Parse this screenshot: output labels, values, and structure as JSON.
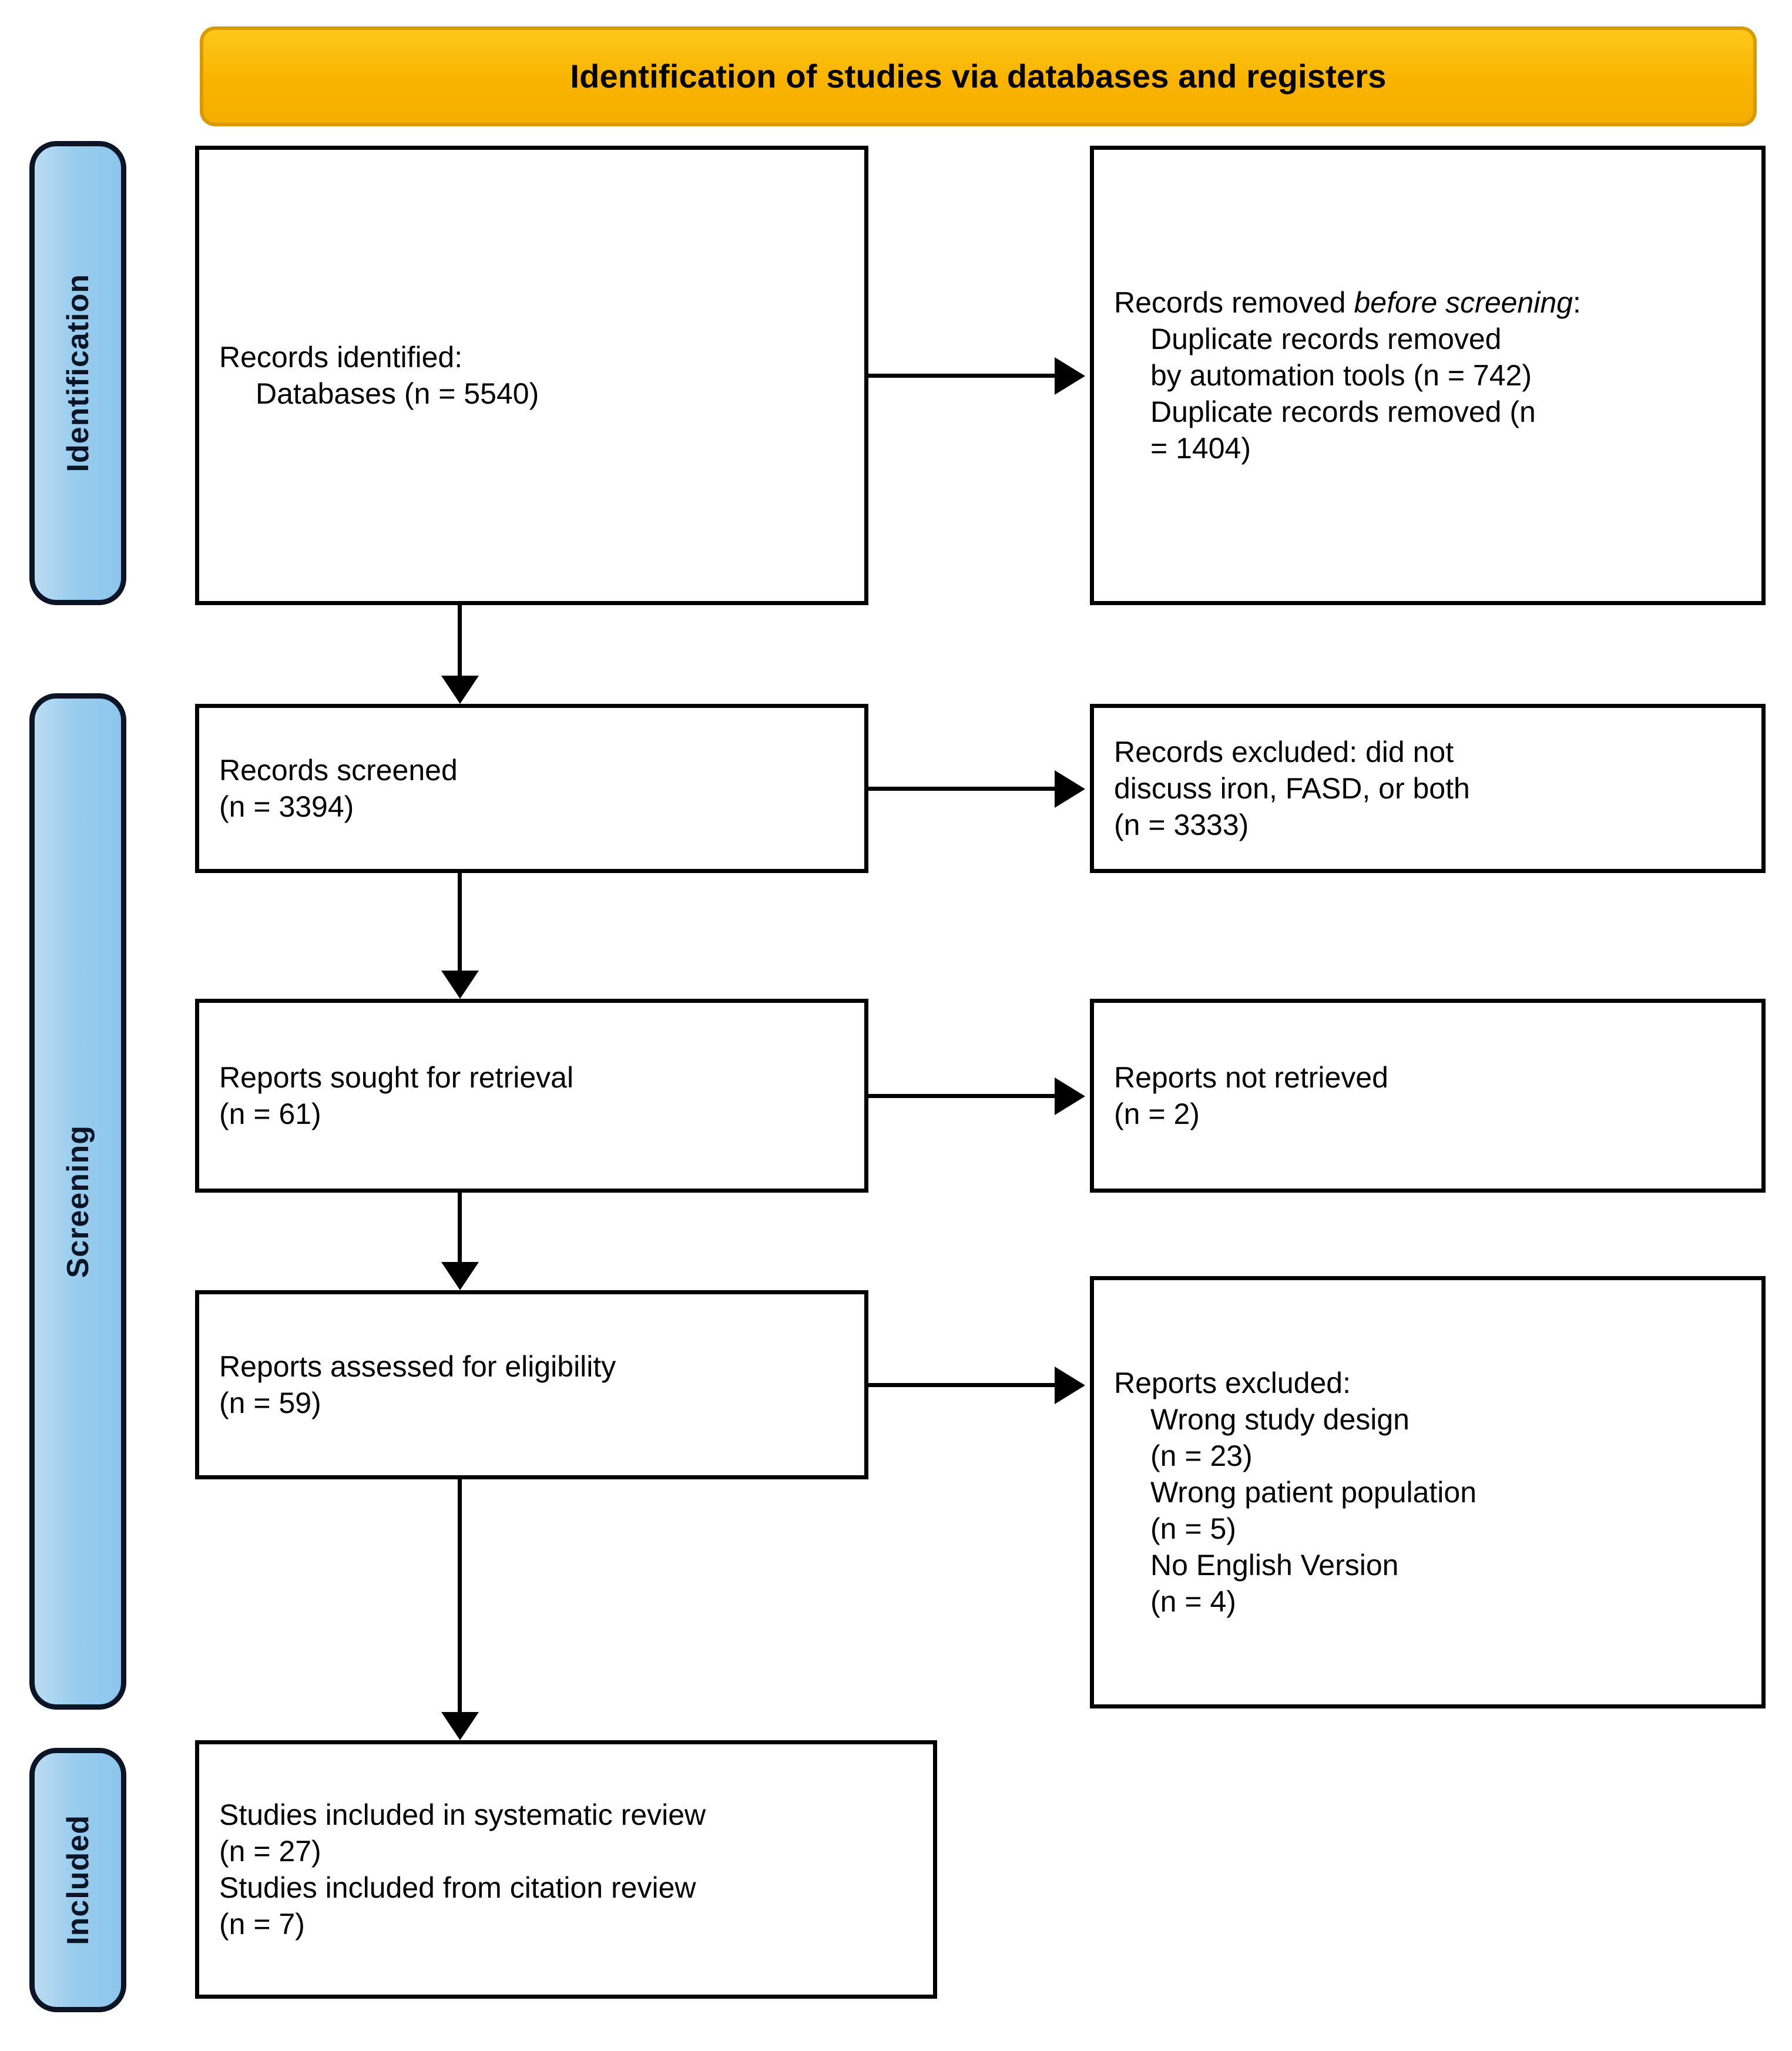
{
  "banner": {
    "title": "Identification of studies via databases and registers"
  },
  "stages": [
    {
      "id": "identification",
      "label": "Identification"
    },
    {
      "id": "screening",
      "label": "Screening"
    },
    {
      "id": "included",
      "label": "Included"
    }
  ],
  "boxes": {
    "identified": {
      "line1": "Records identified:",
      "line2": "Databases (n = 5540)"
    },
    "removed": {
      "line1_pre": "Records removed ",
      "line1_italic": "before screening",
      "line1_post": ":",
      "line2": "Duplicate records removed",
      "line3": "by automation tools (n = 742)",
      "line4": "Duplicate records removed (n",
      "line5": "= 1404)"
    },
    "screened": {
      "line1": "Records screened",
      "line2": "(n = 3394)"
    },
    "excluded_screening": {
      "line1": "Records excluded: did not",
      "line2": "discuss iron, FASD, or both",
      "line3": "(n = 3333)"
    },
    "sought": {
      "line1": "Reports sought for retrieval",
      "line2": "(n = 61)"
    },
    "not_retrieved": {
      "line1": "Reports not retrieved",
      "line2": "(n = 2)"
    },
    "assessed": {
      "line1": "Reports assessed for eligibility",
      "line2": "(n = 59)"
    },
    "reports_excluded": {
      "line1": "Reports excluded:",
      "line2": "Wrong study design",
      "line3": "(n = 23)",
      "line4": "Wrong patient population",
      "line5": "(n = 5)",
      "line6": "No English Version",
      "line7": "(n = 4)"
    },
    "included": {
      "line1": "Studies included in systematic review",
      "line2": "(n = 27)",
      "line3": "Studies included from citation review",
      "line4": "(n = 7)"
    }
  },
  "colors": {
    "banner_fill": "#F9B300",
    "banner_border": "#D79A00",
    "stage_fill": "#9ACDEE",
    "stage_border": "#0C1526",
    "box_border": "#000000",
    "arrow": "#000000",
    "background": "#FFFFFF"
  }
}
